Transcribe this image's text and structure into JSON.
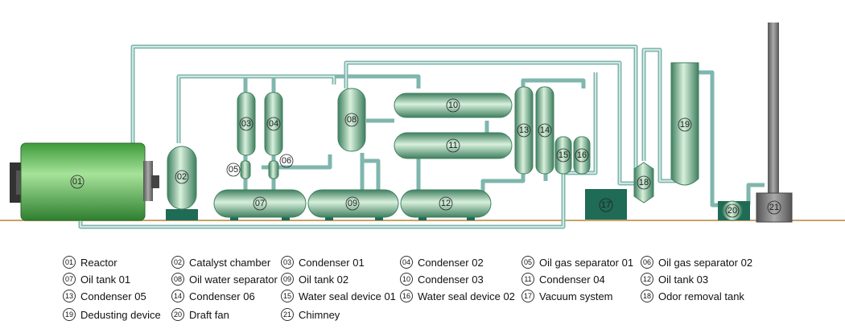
{
  "components": [
    {
      "num": "01",
      "name": "Reactor"
    },
    {
      "num": "02",
      "name": "Catalyst chamber"
    },
    {
      "num": "03",
      "name": "Condenser 01"
    },
    {
      "num": "04",
      "name": "Condenser 02"
    },
    {
      "num": "05",
      "name": "Oil gas separator 01"
    },
    {
      "num": "06",
      "name": "Oil gas separator 02"
    },
    {
      "num": "07",
      "name": "Oil tank 01"
    },
    {
      "num": "08",
      "name": "Oil water separator"
    },
    {
      "num": "09",
      "name": "Oil tank 02"
    },
    {
      "num": "10",
      "name": "Condenser 03"
    },
    {
      "num": "11",
      "name": "Condenser 04"
    },
    {
      "num": "12",
      "name": "Oil tank 03"
    },
    {
      "num": "13",
      "name": "Condenser 05"
    },
    {
      "num": "14",
      "name": "Condenser 06"
    },
    {
      "num": "15",
      "name": "Water seal device 01"
    },
    {
      "num": "16",
      "name": "Water seal device 02"
    },
    {
      "num": "17",
      "name": "Vacuum system"
    },
    {
      "num": "18",
      "name": "Odor removal tank"
    },
    {
      "num": "19",
      "name": "Dedusting device"
    },
    {
      "num": "20",
      "name": "Draft fan"
    },
    {
      "num": "21",
      "name": "Chimney"
    }
  ],
  "colors": {
    "vessel": "#9ccaa2",
    "vessel_dark": "#4e8f6c",
    "reactor": "#62bd5c",
    "pipe": "#a9d3cf",
    "base": "#1f6b55",
    "ground": "#c8a36a",
    "chimney": "#777777"
  }
}
